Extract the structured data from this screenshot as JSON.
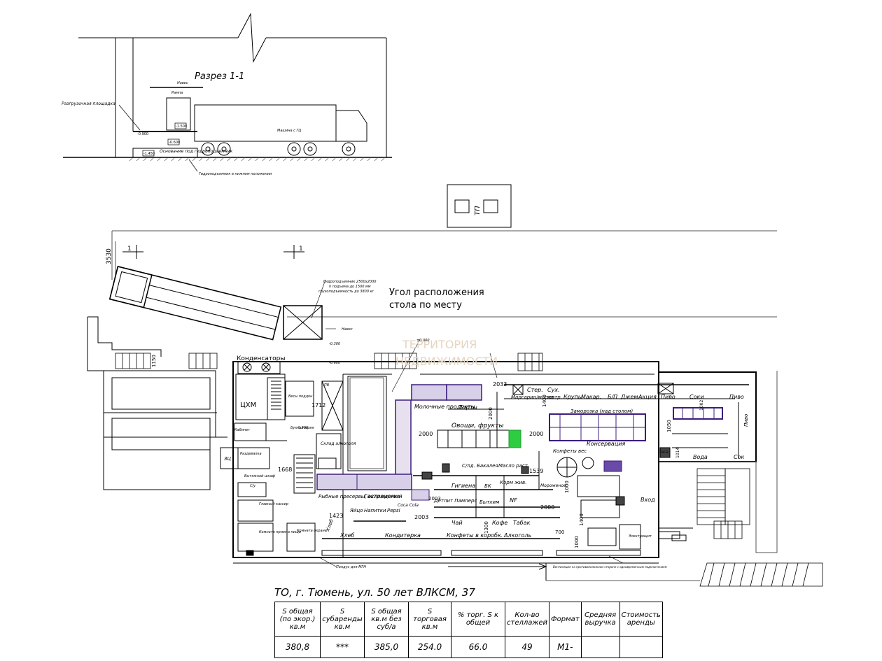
{
  "section": {
    "title": "Разрез 1-1",
    "labels": {
      "naves": "Навес",
      "rampa": "Рампа",
      "platform": "Разгрузочная площадка",
      "truck": "Машина с ГЦ",
      "base": "Основание под гидроподъемник",
      "lift_lower": "Гидроподъемник в нижнем положении",
      "lvl1": "-1.500",
      "lvl2": "-0.600",
      "lvl3": "-1.450",
      "lvl4": "-0.900"
    }
  },
  "tp": {
    "label": "ТП"
  },
  "plan": {
    "dims": {
      "d3530": "3530",
      "d1150": "1150",
      "d1712": "1712",
      "d1668": "1668",
      "d1423": "1423",
      "d2033": "2033",
      "d1539": "1539",
      "d2000a": "2000",
      "d2000b": "2000",
      "d2000c": "2000",
      "d2000d": "2000",
      "d2003": "2003",
      "d2003b": "2003",
      "d1000": "1000",
      "d1300": "1300",
      "d1400": "1400",
      "d1400b": "1400",
      "d700": "700",
      "d1050": "1050",
      "d1014": "1014",
      "d1000b": "1000",
      "d1002": "1002"
    },
    "section_mark": "1",
    "note_angle_1": "Угол расположения",
    "note_angle_2": "стола по месту",
    "lift_note_1": "Гидроподъемник 2500х2000",
    "lift_note_2": "h подъема до 1500 мм",
    "lift_note_3": "грузоподъемность до 3800 кг",
    "naves": "Навес",
    "condensers": "Конденсаторы",
    "cxm": "ЦХМ",
    "zones": {
      "molochnye": "Молочные продукты",
      "torty": "Торты",
      "ovoshchi": "Овощи, фрукты",
      "konservatsiya": "Консервация",
      "zamorozka": "Заморозка (над столом)",
      "ster": "Стер.",
      "sukh": "Сух.",
      "margarin": "Маргарин/масло",
      "zavtr": "завтр.",
      "krupy": "Крупы",
      "makar": "Макар.",
      "bl": "Б/П",
      "dzhem": "Джем",
      "aktsiya": "Акция",
      "pivo": "Пиво",
      "pivo2": "Пиво",
      "soki": "Соки",
      "voda": "Вода",
      "sok": "Сок",
      "soca": "Соса",
      "pivo3": "Пиво",
      "ryb": "Рыбные пресервы, охлажденка",
      "gastro": "Гастрономия",
      "yaytso": "Яйцо",
      "napitki": "Напитки",
      "pepsi": "Pepsi",
      "coca": "Соса Cola",
      "khleb": "Хлеб",
      "khleb2": "Хлеб",
      "konditerka": "Кондитерка",
      "konfety": "Конфеты в коробк.",
      "alkogol": "Алкоголь",
      "chay": "Чай",
      "kofe": "Кофе",
      "tabak": "Табак",
      "gigiena": "Гигиена",
      "sladl": "С/лд. Бакалея",
      "maslo": "Масло раст.",
      "korm": "Корм жив.",
      "detpit": "Детпит Памперс",
      "bytkhim": "Бытхим",
      "nf": "NF",
      "bk": "БК",
      "morozh": "Мороженое",
      "konfety_ves": "Конфеты вес",
      "vkhod": "Вход",
      "sklad_alko": "Склад алкоголя",
      "sklad_moroz": "Весы поддон",
      "razdevalka": "Раздевалка",
      "bufet": "Бухгалтерия",
      "kabinet": "Кабинет",
      "su": "С/у",
      "kab2": "Главный кассир",
      "komnata": "Комната приема пищи",
      "okhrana": "Комната охраны",
      "tual": "Вытяжной шкаф",
      "pvs": "ПВ",
      "zh": "ЗЦ",
      "entry_note": "Пандус для МГН",
      "exit_note": "Вентиляция на противоположном стороне с одновременным подключением",
      "label_note": "Электрощит",
      "levels_a": "-0.300",
      "levels_b": "-0.600",
      "levels_c": "-0.900",
      "levels_d": "±0.000"
    },
    "watermark_1": "ТЕРРИТОРИЯ",
    "watermark_2": "НЕДВИЖИМОСТИ"
  },
  "address": "ТО, г. Тюмень, ул. 50 лет ВЛКСМ, 37",
  "table": {
    "headers": [
      "S общая (по экор.) кв.м",
      "S субаренды кв.м",
      "S общая кв.м без суб/а",
      "S торговая кв.м",
      "% торг. S к общей",
      "Кол-во стеллажей",
      "Формат",
      "Средняя выручка",
      "Стоимость аренды"
    ],
    "values": [
      "380,8",
      "***",
      "385,0",
      "254.0",
      "66.0",
      "49",
      "М1-",
      "",
      ""
    ]
  }
}
